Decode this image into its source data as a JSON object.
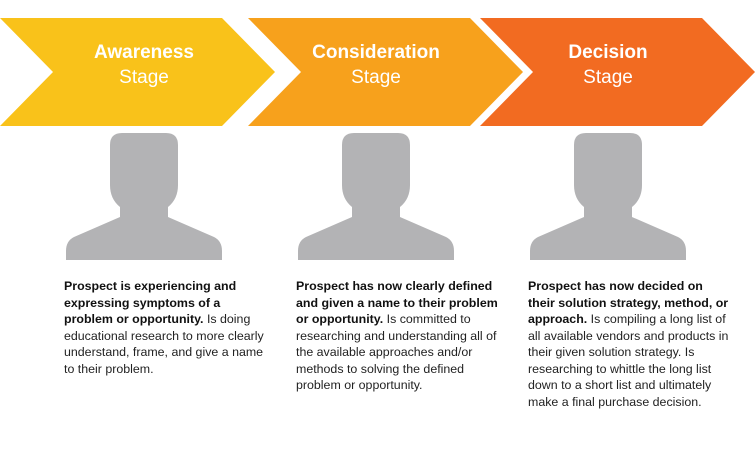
{
  "colors": {
    "awareness": "#F9C21A",
    "consideration": "#F7A11C",
    "decision": "#F26B21",
    "person": "#B3B3B5"
  },
  "stages": [
    {
      "title": "Awareness",
      "subtitle": "Stage",
      "icon": "person-silhouette-icon",
      "desc_bold": "Prospect is experiencing and expressing symptoms of a problem or opportunity.",
      "desc_rest": " Is doing educational research to more clearly understand, frame, and give a name to their problem."
    },
    {
      "title": "Consideration",
      "subtitle": "Stage",
      "icon": "person-silhouette-icon",
      "desc_bold": "Prospect has now clearly defined and given a name to their problem or opportunity.",
      "desc_rest": " Is committed to researching and understanding all of the available approaches and/or methods to solving the defined problem or opportunity."
    },
    {
      "title": "Decision",
      "subtitle": "Stage",
      "icon": "person-silhouette-icon",
      "desc_bold": "Prospect has now decided on their solution strategy, method, or approach.",
      "desc_rest": " Is compiling a long list of all available vendors and products in their given solution strategy. Is researching to whittle the long list down to a short list and ultimately make a final purchase decision."
    }
  ]
}
